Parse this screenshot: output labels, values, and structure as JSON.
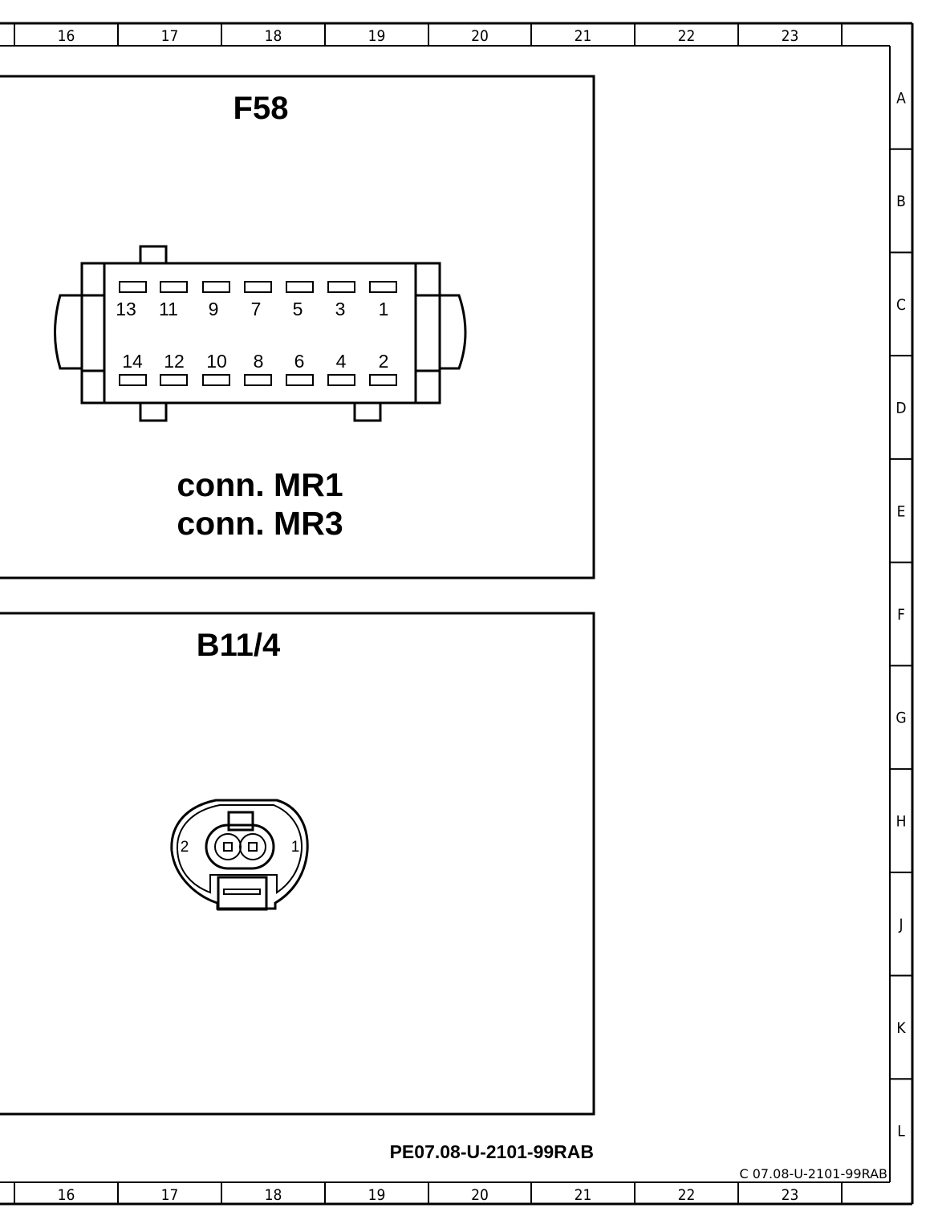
{
  "frame": {
    "columns": [
      "16",
      "17",
      "18",
      "19",
      "20",
      "21",
      "22",
      "23"
    ],
    "rows": [
      "A",
      "B",
      "C",
      "D",
      "E",
      "F",
      "G",
      "H",
      "J",
      "K",
      "L"
    ]
  },
  "panels": {
    "f58": {
      "title": "F58",
      "connector_lines": [
        "conn. MR1",
        "conn. MR3"
      ],
      "pins_top": [
        "13",
        "11",
        "9",
        "7",
        "5",
        "3",
        "1"
      ],
      "pins_bottom": [
        "14",
        "12",
        "10",
        "8",
        "6",
        "4",
        "2"
      ]
    },
    "b11_4": {
      "title": "B11/4",
      "pin_left": "2",
      "pin_right": "1"
    }
  },
  "footer": {
    "document_ref": "PE07.08-U-2101-99RAB",
    "sheet_ref": "C 07.08-U-2101-99RAB"
  }
}
